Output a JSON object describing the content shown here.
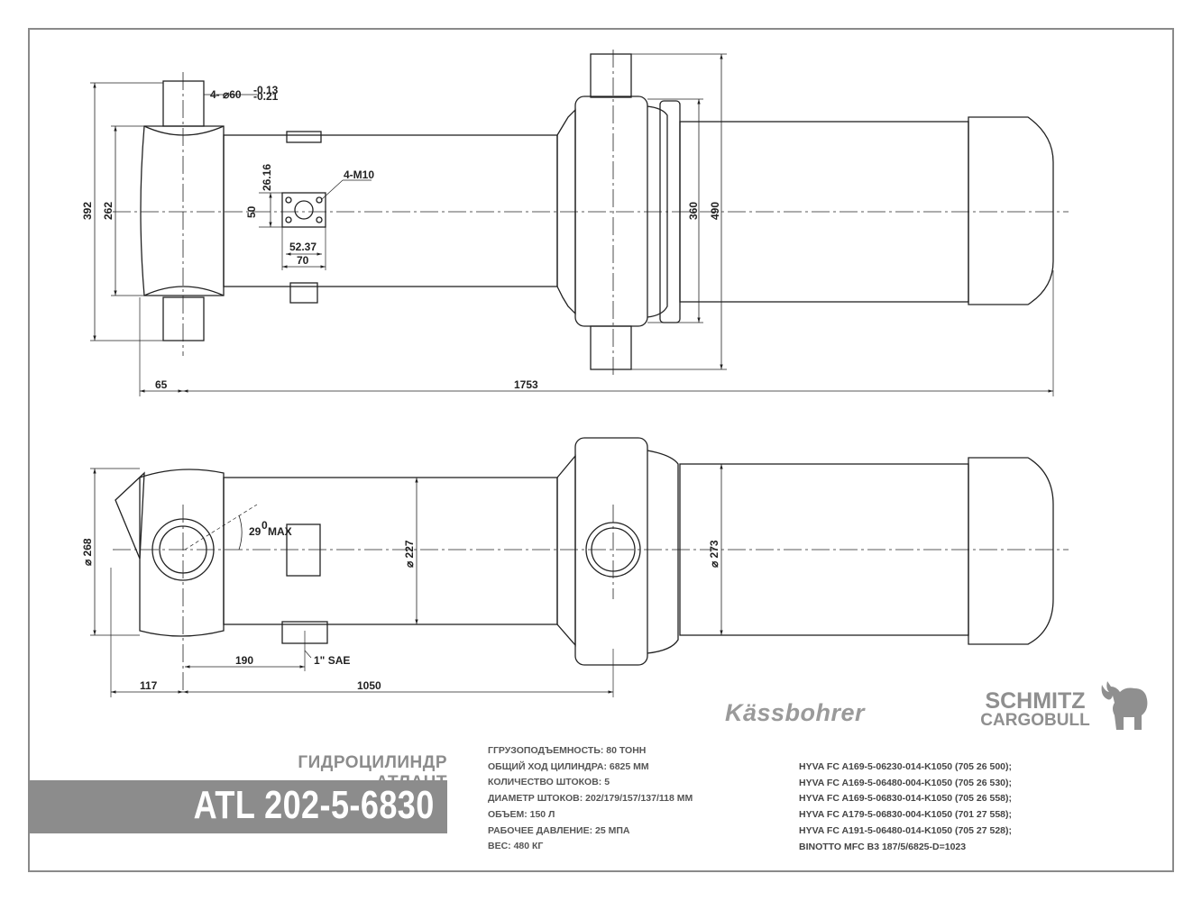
{
  "drawing": {
    "top_view": {
      "dims": [
        "4- ⌀60",
        "392",
        "262",
        "26.16",
        "50",
        "4-M10",
        "52.37",
        "70",
        "360",
        "490",
        "65",
        "1753"
      ],
      "tolerance": [
        "-0.13",
        "-0.21"
      ]
    },
    "side_view": {
      "dims": [
        "⌀ 268",
        "29",
        "МАХ",
        "⌀ 227",
        "⌀ 273",
        "190",
        "1\" SAE",
        "117",
        "1050"
      ],
      "degree_sign": "0"
    }
  },
  "title_block": {
    "subtitle": "ГИДРОЦИЛИНДР АТЛАНТ",
    "model": "ATL 202-5-6830",
    "specs": [
      "ГГРУЗОПОДЪЕМНОСТЬ: 80 ТОНН",
      "ОБЩИЙ ХОД ЦИЛИНДРА: 6825 ММ",
      "КОЛИЧЕСТВО ШТОКОВ: 5",
      "ДИАМЕТР ШТОКОВ: 202/179/157/137/118 ММ",
      "ОБЪЕМ: 150 Л",
      "РАБОЧЕЕ ДАВЛЕНИЕ: 25 МПА",
      "ВЕС: 480 КГ"
    ],
    "references": [
      "HYVA FC A169-5-06230-014-K1050 (705 26 500);",
      "HYVA FC A169-5-06480-004-K1050 (705 26 530);",
      "HYVA FC A169-5-06830-014-K1050 (705 26 558);",
      "HYVA FC A179-5-06830-004-K1050 (701 27 558);",
      "HYVA FC A191-5-06480-014-K1050 (705 27 528);",
      "BINOTTO MFC B3 187/5/6825-D=1023"
    ]
  },
  "logos": {
    "kassbohrer": "Kässbohrer",
    "schmitz_line1": "SCHMITZ",
    "schmitz_line2": "CARGOBULL",
    "logo_icon": "elephant-icon"
  },
  "colors": {
    "line": "#222222",
    "grey_band": "#8c8c8c",
    "frame": "#8a8a8a"
  }
}
